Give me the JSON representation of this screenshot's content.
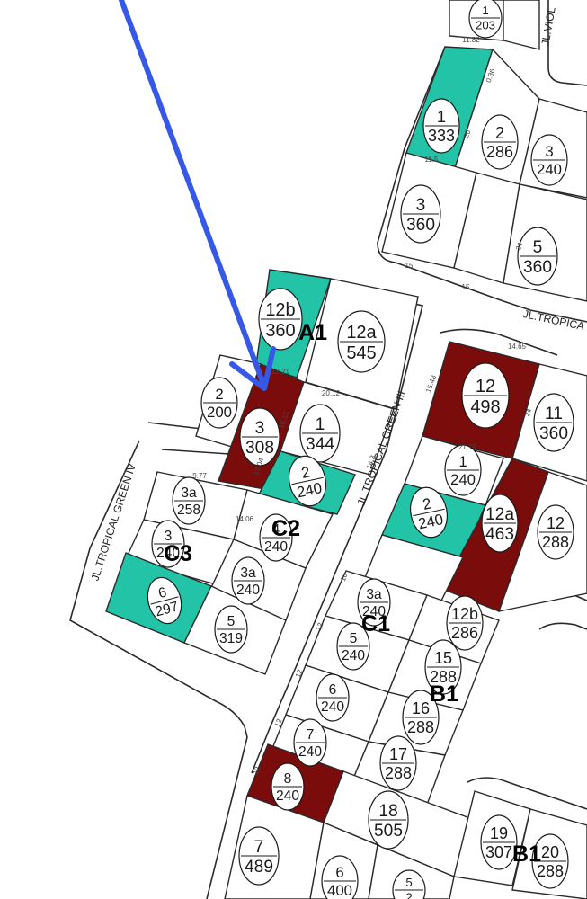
{
  "colors": {
    "sold": "#7a0c0c",
    "available": "#22c3a6",
    "arrow": "#3558e6",
    "line": "#2a2a2a"
  },
  "streets": {
    "violet": "JL.VIOL",
    "tropical_top": "JL.TROPICA",
    "tropical_green_iii": "JL.TROPICAL GREEN III",
    "tropical_green_iv": "JL.TROPICAL GREEN IV"
  },
  "blocks": {
    "a1": "A1",
    "c2": "C2",
    "c3": "C3",
    "c1": "C1",
    "b1_mid": "B1",
    "b1_bottom": "B1"
  },
  "dimensions": [
    "11.82",
    "0.36",
    "20",
    "11.5",
    "15",
    "15",
    "24",
    "14.65",
    "12.21",
    "20.12",
    "16.11",
    "13.04",
    "14.06",
    "9.77",
    "10",
    "12",
    "12",
    "12",
    "12",
    "14.3",
    "15.48",
    "21.19",
    "24"
  ],
  "lots": [
    {
      "id": "1",
      "area": "203"
    },
    {
      "id": "1",
      "area": "333"
    },
    {
      "id": "2",
      "area": "286"
    },
    {
      "id": "3",
      "area": "240"
    },
    {
      "id": "3",
      "area": "360"
    },
    {
      "id": "5",
      "area": "360"
    },
    {
      "id": "12b",
      "area": "360"
    },
    {
      "id": "12a",
      "area": "545"
    },
    {
      "id": "2",
      "area": "200"
    },
    {
      "id": "3",
      "area": "308"
    },
    {
      "id": "1",
      "area": "344"
    },
    {
      "id": "2",
      "area": "240"
    },
    {
      "id": "12",
      "area": "498"
    },
    {
      "id": "11",
      "area": "360"
    },
    {
      "id": "1",
      "area": "240"
    },
    {
      "id": "2",
      "area": "240"
    },
    {
      "id": "12a",
      "area": "463"
    },
    {
      "id": "12",
      "area": "288"
    },
    {
      "id": "3a",
      "area": "258"
    },
    {
      "id": "4",
      "area": "240"
    },
    {
      "id": "3",
      "area": "240"
    },
    {
      "id": "3a",
      "area": "240"
    },
    {
      "id": "6",
      "area": "297"
    },
    {
      "id": "5",
      "area": "319"
    },
    {
      "id": "3a",
      "area": "240"
    },
    {
      "id": "12b",
      "area": "286"
    },
    {
      "id": "5",
      "area": "240"
    },
    {
      "id": "15",
      "area": "288"
    },
    {
      "id": "6",
      "area": "240"
    },
    {
      "id": "16",
      "area": "288"
    },
    {
      "id": "7",
      "area": "240"
    },
    {
      "id": "17",
      "area": "288"
    },
    {
      "id": "8",
      "area": "240"
    },
    {
      "id": "18",
      "area": "505"
    },
    {
      "id": "19",
      "area": "307"
    },
    {
      "id": "20",
      "area": "288"
    },
    {
      "id": "7",
      "area": "489"
    },
    {
      "id": "6",
      "area": "400"
    },
    {
      "id": "5",
      "area": "2"
    }
  ]
}
